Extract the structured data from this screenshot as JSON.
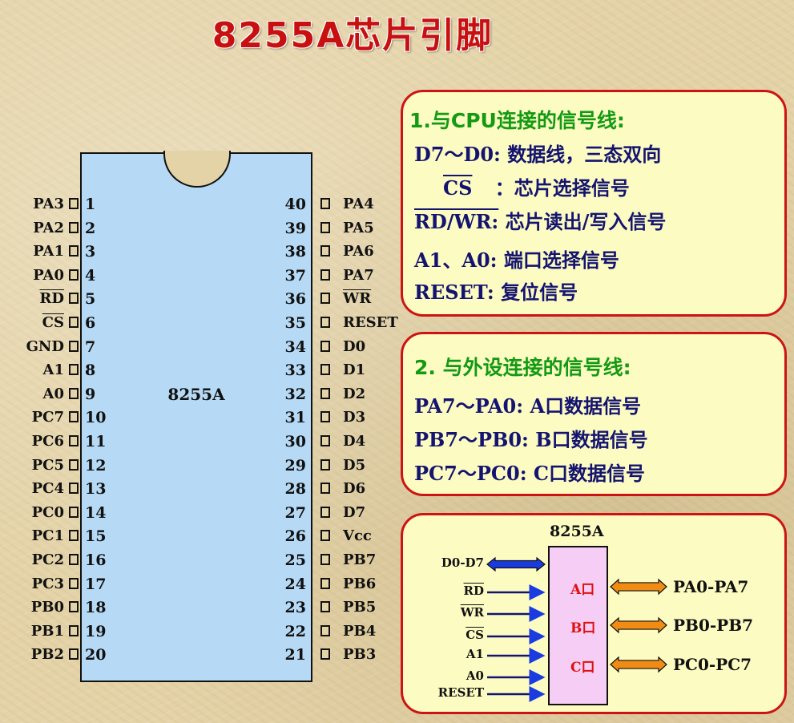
{
  "title": "8255A芯片引脚",
  "chip": {
    "label": "8255A",
    "left_pins": [
      {
        "num": "1",
        "name": "PA3",
        "overline": false
      },
      {
        "num": "2",
        "name": "PA2",
        "overline": false
      },
      {
        "num": "3",
        "name": "PA1",
        "overline": false
      },
      {
        "num": "4",
        "name": "PA0",
        "overline": false
      },
      {
        "num": "5",
        "name": "RD",
        "overline": true
      },
      {
        "num": "6",
        "name": "CS",
        "overline": true
      },
      {
        "num": "7",
        "name": "GND",
        "overline": false
      },
      {
        "num": "8",
        "name": "A1",
        "overline": false
      },
      {
        "num": "9",
        "name": "A0",
        "overline": false
      },
      {
        "num": "10",
        "name": "PC7",
        "overline": false
      },
      {
        "num": "11",
        "name": "PC6",
        "overline": false
      },
      {
        "num": "12",
        "name": "PC5",
        "overline": false
      },
      {
        "num": "13",
        "name": "PC4",
        "overline": false
      },
      {
        "num": "14",
        "name": "PC0",
        "overline": false
      },
      {
        "num": "15",
        "name": "PC1",
        "overline": false
      },
      {
        "num": "16",
        "name": "PC2",
        "overline": false
      },
      {
        "num": "17",
        "name": "PC3",
        "overline": false
      },
      {
        "num": "18",
        "name": "PB0",
        "overline": false
      },
      {
        "num": "19",
        "name": "PB1",
        "overline": false
      },
      {
        "num": "20",
        "name": "PB2",
        "overline": false
      }
    ],
    "right_pins": [
      {
        "num": "40",
        "name": "PA4",
        "overline": false
      },
      {
        "num": "39",
        "name": "PA5",
        "overline": false
      },
      {
        "num": "38",
        "name": "PA6",
        "overline": false
      },
      {
        "num": "37",
        "name": "PA7",
        "overline": false
      },
      {
        "num": "36",
        "name": "WR",
        "overline": true
      },
      {
        "num": "35",
        "name": "RESET",
        "overline": false
      },
      {
        "num": "34",
        "name": "D0",
        "overline": false
      },
      {
        "num": "33",
        "name": "D1",
        "overline": false
      },
      {
        "num": "32",
        "name": "D2",
        "overline": false
      },
      {
        "num": "31",
        "name": "D3",
        "overline": false
      },
      {
        "num": "30",
        "name": "D4",
        "overline": false
      },
      {
        "num": "29",
        "name": "D5",
        "overline": false
      },
      {
        "num": "28",
        "name": "D6",
        "overline": false
      },
      {
        "num": "27",
        "name": "D7",
        "overline": false
      },
      {
        "num": "26",
        "name": "Vcc",
        "overline": false
      },
      {
        "num": "25",
        "name": "PB7",
        "overline": false
      },
      {
        "num": "24",
        "name": "PB6",
        "overline": false
      },
      {
        "num": "23",
        "name": "PB5",
        "overline": false
      },
      {
        "num": "22",
        "name": "PB4",
        "overline": false
      },
      {
        "num": "21",
        "name": "PB3",
        "overline": false
      }
    ]
  },
  "cpu_box": {
    "heading": "1.与CPU连接的信号线:",
    "lines": [
      {
        "label": "D7～D0:",
        "desc": "数据线，三态双向"
      },
      {
        "label": "CS",
        "desc": "：芯片选择信号"
      },
      {
        "label": "RD/WR:",
        "desc": "芯片读出/写入信号"
      },
      {
        "label": "A1、A0:",
        "desc": "端口选择信号"
      },
      {
        "label": "RESET:",
        "desc": "复位信号"
      }
    ]
  },
  "peripheral_box": {
    "heading": "2. 与外设连接的信号线:",
    "lines": [
      {
        "label": "PA7～PA0:",
        "desc": "A口数据信号"
      },
      {
        "label": "PB7～PB0:",
        "desc": "B口数据信号"
      },
      {
        "label": "PC7～PC0:",
        "desc": "C口数据信号"
      }
    ]
  },
  "block_diagram": {
    "chip_label": "8255A",
    "inputs": [
      "D0-D7",
      "RD",
      "WR",
      "CS",
      "A1",
      "A0",
      "RESET"
    ],
    "ports": [
      "A口",
      "B口",
      "C口"
    ],
    "outputs": [
      "PA0-PA7",
      "PB0-PB7",
      "PC0-PC7"
    ]
  },
  "colors": {
    "title": "#c81010",
    "box_border": "#cc1414",
    "box_fill": "#fcfbc2",
    "heading": "#139a13",
    "text": "#141470",
    "chip_fill": "#b6daf5",
    "bus_arrow": "#1a3be0",
    "port_arrow": "#f08c14",
    "port_label": "#e01010",
    "pink_block": "#f5cdf5"
  }
}
